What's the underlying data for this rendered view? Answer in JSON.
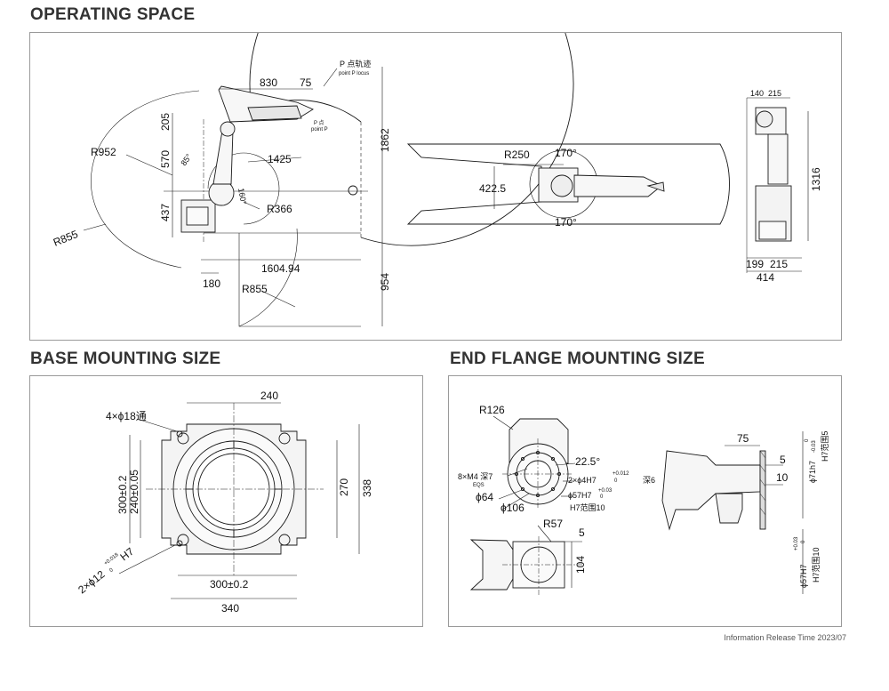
{
  "sections": {
    "operating_space": "OPERATING SPACE",
    "base_mounting": "BASE MOUNTING SIZE",
    "end_flange": "END FLANGE MOUNTING SIZE"
  },
  "operating": {
    "side": {
      "d830": "830",
      "d75": "75",
      "d205": "205",
      "d570": "570",
      "d437": "437",
      "r952": "R952",
      "r855_left": "R855",
      "r855_bottom": "R855",
      "r366": "R366",
      "d1425": "1425",
      "d1604": "1604.94",
      "d180": "180",
      "d1862": "1862",
      "d954": "954",
      "a85": "85°",
      "a160": "160°",
      "p_locus_cn": "P 点轨迹",
      "p_locus_en": "point P locus",
      "p_cn": "P 点",
      "p_en": "point P"
    },
    "top": {
      "r250": "R250",
      "a170_top": "170°",
      "a170_bottom": "170°",
      "d422": "422.5"
    },
    "front": {
      "d140": "140",
      "d215_top": "215",
      "d1316": "1316",
      "d199": "199",
      "d215_bot": "215",
      "d414": "414"
    }
  },
  "base": {
    "d240_top": "240",
    "holes4": "4×ϕ18通",
    "d300v": "300±0.2",
    "d240v": "240±0.05",
    "d270": "270",
    "d338": "338",
    "d300h": "300±0.2",
    "d340": "340",
    "pin_main": "2×ϕ12",
    "pin_tol_up": "+0.018",
    "pin_tol_dn": "0",
    "pin_fit": "H7"
  },
  "flange": {
    "r126": "R126",
    "m4": "8×M4 深7",
    "eqs": "EQS",
    "a225": "22.5°",
    "pin": "2×ϕ4H7",
    "pin_tol_up": "+0.012",
    "pin_tol_dn": "0",
    "pin_depth": "深6",
    "d64": "ϕ64",
    "d106": "ϕ106",
    "d57": "ϕ57H7",
    "d57_tol_up": "+0.03",
    "d57_tol_dn": "0",
    "h7range": "H7范围10",
    "d75": "75",
    "d5": "5",
    "d10": "10",
    "d71": "ϕ71h7",
    "d71_tol_up": "0",
    "d71_tol_dn": "-0.03",
    "h7range5": "H7范围5",
    "d57v": "ϕ57H7",
    "d57v_tol_up": "+0.03",
    "d57v_tol_dn": "0",
    "h7range10v": "H7范围10",
    "r57": "R57",
    "d5b": "5",
    "d104": "104"
  },
  "footer": "Information Release Time 2023/07",
  "colors": {
    "line": "#1a1a1a",
    "hatch": "#555555",
    "panel_border": "#9a9a9a",
    "title": "#333333"
  }
}
